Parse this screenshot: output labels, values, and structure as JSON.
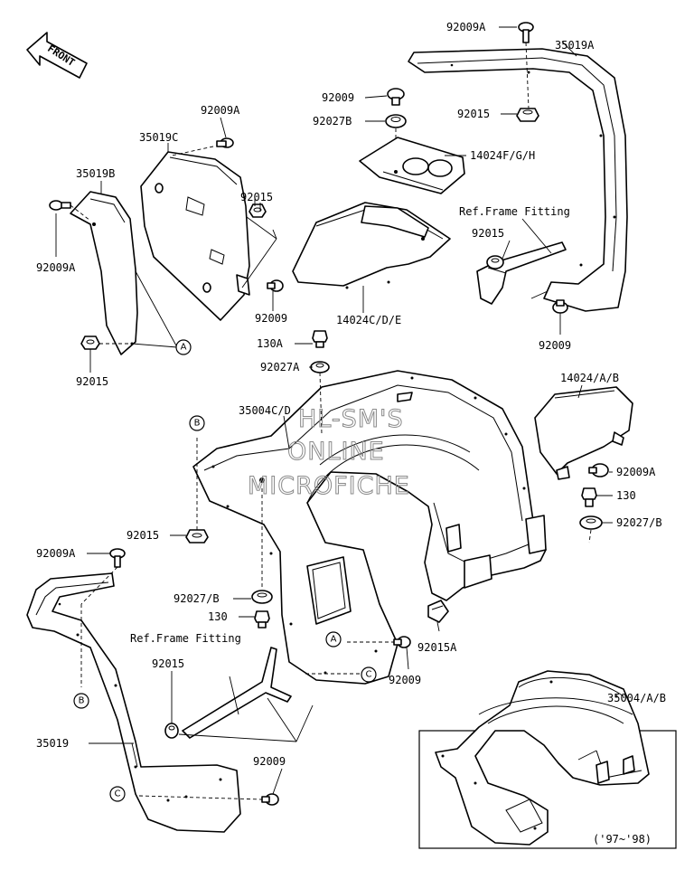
{
  "front_arrow": {
    "label": "FRONT"
  },
  "labels": {
    "l_92009A_top": "92009A",
    "l_35019A": "35019A",
    "l_92009_top": "92009",
    "l_92027B_top": "92027B",
    "l_92015_top": "92015",
    "l_14024FGH": "14024F/G/H",
    "l_92009A_c": "92009A",
    "l_35019C": "35019C",
    "l_35019B": "35019B",
    "l_92015_c": "92015",
    "l_92009A_left": "92009A",
    "l_92009_c": "92009",
    "l_92015_b": "92015",
    "l_ref_frame_1": "Ref.Frame Fitting",
    "l_92015_ref1": "92015",
    "l_14024CDE": "14024C/D/E",
    "l_92009_ref1": "92009",
    "l_130A": "130A",
    "l_92027A": "92027A",
    "l_35004CD": "35004C/D",
    "l_14024AB": "14024/A/B",
    "l_92009A_r": "92009A",
    "l_130_r": "130",
    "l_92027B_r": "92027/B",
    "l_92015_mid": "92015",
    "l_92009A_low": "92009A",
    "l_92027B_low": "92027/B",
    "l_130_low": "130",
    "l_ref_frame_2": "Ref.Frame Fitting",
    "l_92015_low": "92015",
    "l_92015A": "92015A",
    "l_92009_low": "92009",
    "l_35004AB": "35004/A/B",
    "l_35019": "35019",
    "l_92009_bot": "92009",
    "l_years": "('97~'98)"
  },
  "callouts": {
    "A": "A",
    "B": "B",
    "C": "C"
  },
  "watermark": {
    "line1": "HL-SM'S",
    "line2": "ONLINE",
    "line3": "MICROFICHE"
  }
}
